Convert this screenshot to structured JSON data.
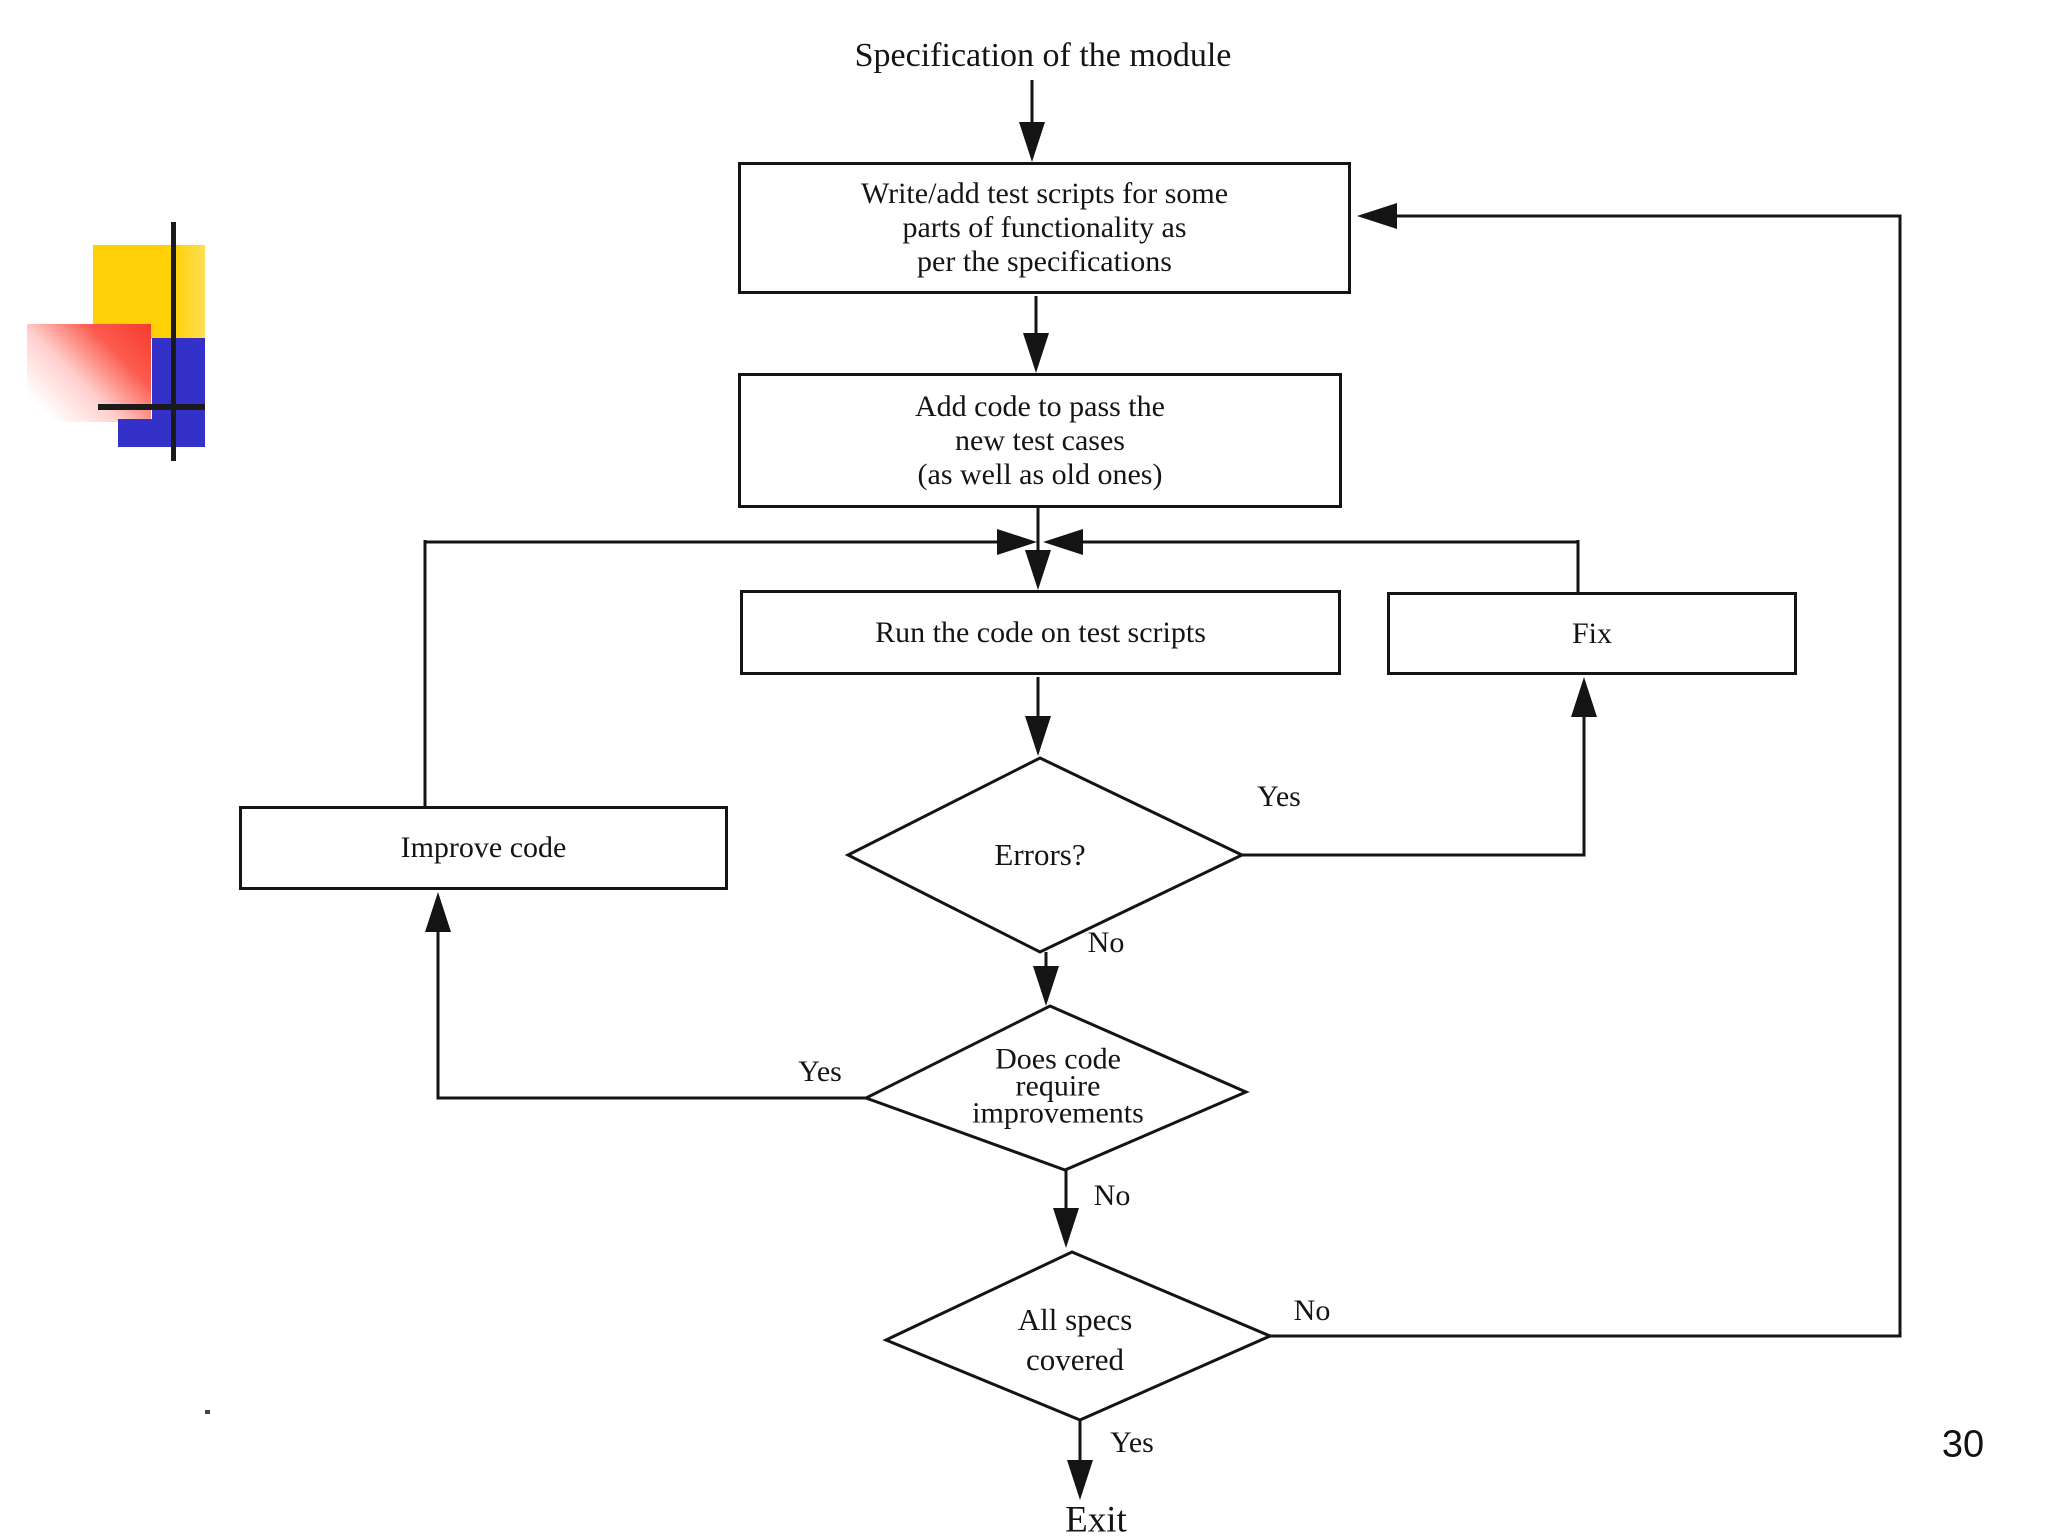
{
  "slide": {
    "page_number": "30"
  },
  "colors": {
    "ink": "#141414",
    "logo_yellow": "#ffd005",
    "logo_blue": "#3431c8",
    "logo_red": "#f63b2e",
    "paper": "#ffffff"
  },
  "flowchart": {
    "start_label": "Specification of the module",
    "nodes": {
      "write_tests": {
        "lines": [
          "Write/add test scripts for some",
          "parts of functionality as",
          "per the specifications"
        ]
      },
      "add_code": {
        "lines": [
          "Add code to pass the",
          "new test cases",
          "(as well as old ones)"
        ]
      },
      "run_code": {
        "label": "Run the code on test scripts"
      },
      "fix": {
        "label": "Fix"
      },
      "improve": {
        "label": "Improve code"
      }
    },
    "decisions": {
      "errors": {
        "label": "Errors?"
      },
      "improvements": {
        "lines": [
          "Does code",
          "require",
          "improvements"
        ]
      },
      "all_specs": {
        "lines": [
          "All specs",
          "covered"
        ]
      }
    },
    "edge_labels": {
      "errors_yes": "Yes",
      "errors_no": "No",
      "improvements_yes": "Yes",
      "improvements_no": "No",
      "all_specs_no": "No",
      "all_specs_yes": "Yes"
    },
    "end_label": "Exit"
  }
}
